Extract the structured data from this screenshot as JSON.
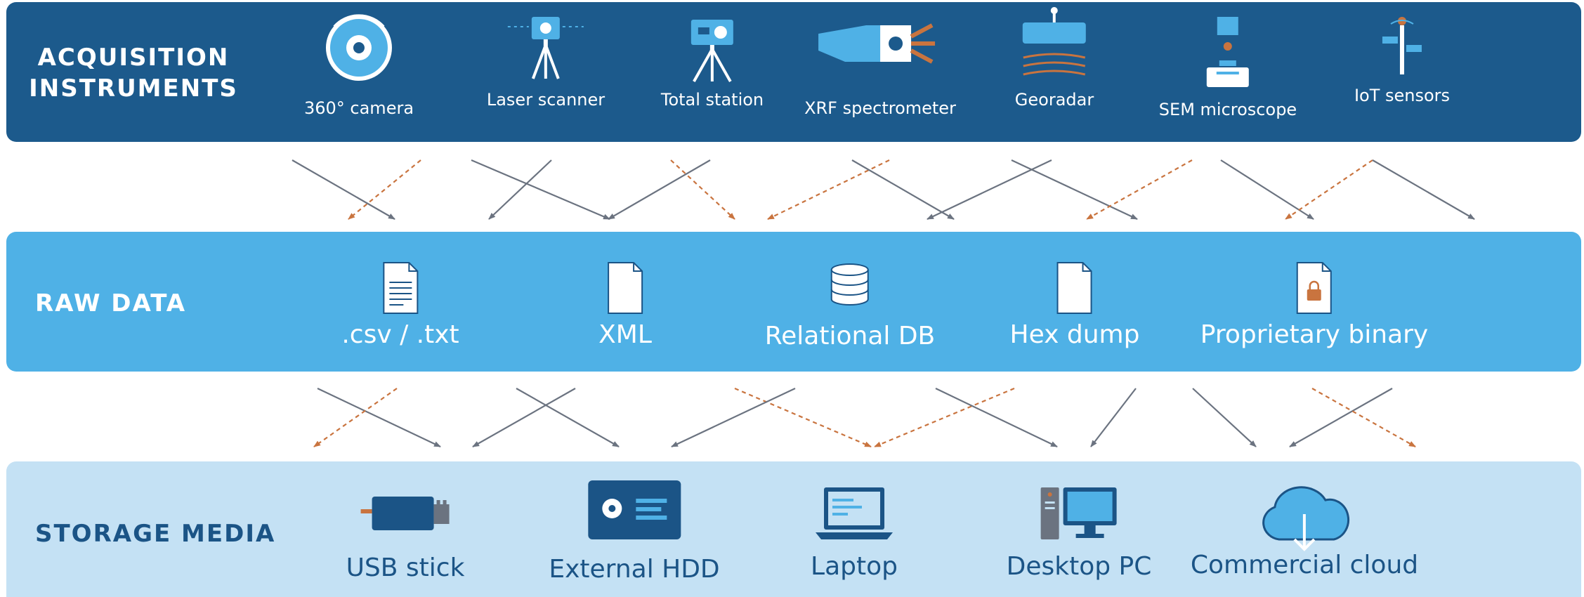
{
  "colors": {
    "acquisition_band": "#1c5a8c",
    "raw_band": "#4fb1e6",
    "storage_band": "#c4e1f4",
    "arrow_solid": "#6b7380",
    "arrow_dashed": "#c9743f",
    "icon_light": "#4fb1e6",
    "icon_dark": "#1b5486"
  },
  "acquisition": {
    "title_line1": "ACQUISITION",
    "title_line2": "INSTRUMENTS",
    "items": [
      {
        "label": "360° camera",
        "icon": "camera-360-icon"
      },
      {
        "label": "Laser scanner",
        "icon": "laser-scanner-icon"
      },
      {
        "label": "Total station",
        "icon": "total-station-icon"
      },
      {
        "label": "XRF spectrometer",
        "icon": "xrf-spectrometer-icon"
      },
      {
        "label": "Georadar",
        "icon": "georadar-icon"
      },
      {
        "label": "SEM microscope",
        "icon": "microscope-icon"
      },
      {
        "label": "IoT sensors",
        "icon": "iot-sensor-icon"
      }
    ]
  },
  "raw_data": {
    "title": "RAW DATA",
    "items": [
      {
        "label": ".csv / .txt",
        "icon": "text-file-icon"
      },
      {
        "label": "XML",
        "icon": "file-icon"
      },
      {
        "label": "Relational DB",
        "icon": "database-icon"
      },
      {
        "label": "Hex dump",
        "icon": "file-icon"
      },
      {
        "label": "Proprietary binary",
        "icon": "locked-file-icon"
      }
    ]
  },
  "storage": {
    "title": "STORAGE MEDIA",
    "items": [
      {
        "label": "USB stick",
        "icon": "usb-stick-icon"
      },
      {
        "label": "External HDD",
        "icon": "hard-drive-icon"
      },
      {
        "label": "Laptop",
        "icon": "laptop-icon"
      },
      {
        "label": "Desktop PC",
        "icon": "desktop-pc-icon"
      },
      {
        "label": "Commercial cloud",
        "icon": "cloud-download-icon"
      }
    ]
  },
  "arrow_styles": [
    "solid",
    "dashed"
  ]
}
